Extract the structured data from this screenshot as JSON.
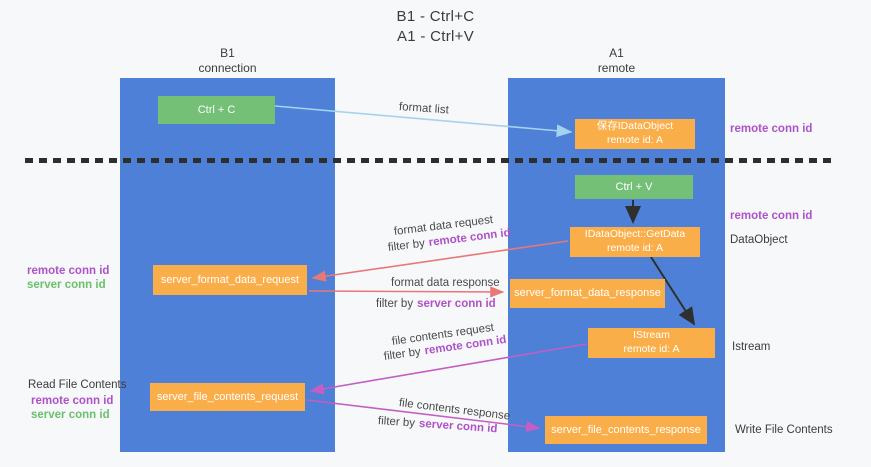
{
  "title": {
    "line1": "B1 - Ctrl+C",
    "line2": "A1 - Ctrl+V"
  },
  "columns": {
    "left": {
      "name": "B1",
      "role": "connection"
    },
    "right": {
      "name": "A1",
      "role": "remote"
    }
  },
  "boxes": {
    "ctrl_c": {
      "label": "Ctrl + C"
    },
    "save_idataobject": {
      "line1": "保存IDataObject",
      "line2": "remote id: A"
    },
    "ctrl_v": {
      "label": "Ctrl + V"
    },
    "getdata": {
      "line1": "IDataObject::GetData",
      "line2": "remote id: A"
    },
    "server_format_data_request": {
      "label": "server_format_data_request"
    },
    "server_format_data_response": {
      "label": "server_format_data_response"
    },
    "istream": {
      "line1": "IStream",
      "line2": "remote id: A"
    },
    "server_file_contents_request": {
      "label": "server_file_contents_request"
    },
    "server_file_contents_response": {
      "label": "server_file_contents_response"
    }
  },
  "flow_labels": {
    "format_list": "format list",
    "format_data_request": "format data request",
    "format_data_response": "format data response",
    "file_contents_request": "file contents request",
    "file_contents_response": "file contents response",
    "filter_by": "filter by",
    "remote_conn_id": "remote conn id",
    "server_conn_id": "server conn id"
  },
  "side_labels": {
    "right_remote_conn_id_top": "remote conn id",
    "right_remote_conn_id_mid": "remote conn id",
    "right_dataobject": "DataObject",
    "right_istream": "Istream",
    "right_write_file_contents": "Write File Contents",
    "left_remote_conn_id_top": "remote conn id",
    "left_server_conn_id_top": "server conn id",
    "left_read_file_contents": "Read File Contents",
    "left_remote_conn_id_bottom": "remote conn id",
    "left_server_conn_id_bottom": "server conn id"
  },
  "colors": {
    "column_blue": "#4d80d6",
    "box_green": "#74c077",
    "box_orange": "#f9ae49",
    "arrow_lightblue": "#a4d3ee",
    "arrow_red": "#e87876",
    "arrow_magenta": "#c45ec4",
    "arrow_black": "#2f2f2f",
    "conn_id_purple": "#ae52c8",
    "conn_id_green": "#6cbf6c",
    "dashed_line": "#2e2e2e"
  }
}
